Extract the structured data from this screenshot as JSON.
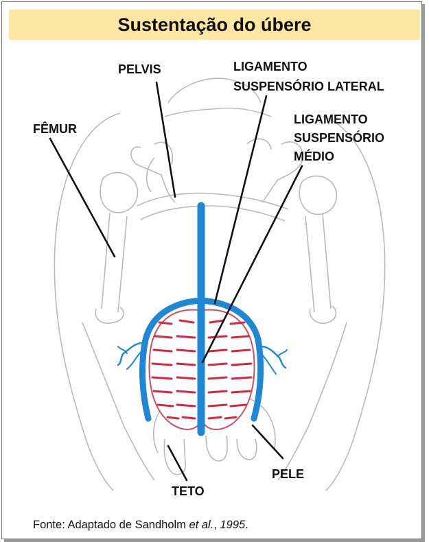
{
  "title": "Sustentação do úbere",
  "labels": {
    "pelvis": "PELVIS",
    "femur": "FÊMUR",
    "lig_lateral_1": "LIGAMENTO",
    "lig_lateral_2": "SUSPENSÓRIO LATERAL",
    "lig_medio_1": "LIGAMENTO",
    "lig_medio_2": "SUSPENSÓRIO",
    "lig_medio_3": "MÉDIO",
    "teto": "TETO",
    "pele": "PELE"
  },
  "caption": {
    "prefix": "Fonte: Adaptado de Sandholm ",
    "etal": "et al.",
    "sep": ", ",
    "year": "1995",
    "end": "."
  },
  "colors": {
    "title_bg": "#fbe6a2",
    "ligament": "#1e88d6",
    "udder_lines": "#d7263d",
    "outline": "#b5b5b5"
  }
}
